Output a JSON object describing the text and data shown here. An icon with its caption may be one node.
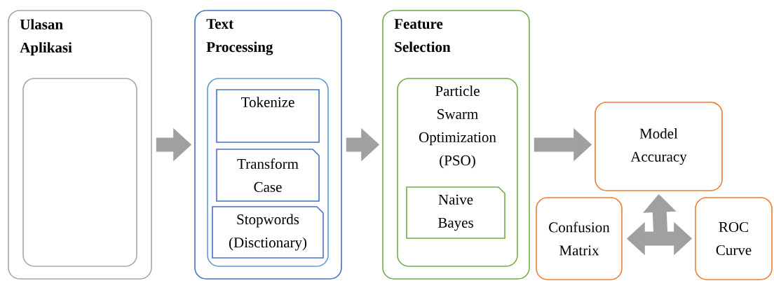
{
  "diagram": {
    "nodes": [
      {
        "text": [
          "Ulasan Aplikasi"
        ]
      },
      {
        "text": [],
        "shape": "box",
        "in": 0
      },
      {
        "text": [
          "Text Processing"
        ]
      },
      {
        "text": [],
        "shape": "box",
        "in": 2
      },
      {
        "text": [
          "Tokenize"
        ],
        "in": 3
      },
      {
        "text": [
          "Transform Case"
        ],
        "in": 3
      },
      {
        "text": [
          "Stopwords (Disctionary)"
        ],
        "in": 3
      },
      {
        "text": [
          "Feature Selection"
        ]
      },
      {
        "text": [
          "Particle Swarm Optimization (PSO)"
        ],
        "in": 7
      },
      {
        "text": [
          "Naive Bayes"
        ],
        "in": 8
      },
      {
        "text": [
          "Model Accuracy"
        ]
      },
      {
        "text": [
          "Confusion Matrix"
        ]
      },
      {
        "text": [
          "ROC Curve"
        ]
      }
    ],
    "edges": [
      {
        "from": 0,
        "to": 2,
        "arrow": "to"
      },
      {
        "from": 2,
        "to": 7,
        "arrow": "to"
      },
      {
        "from": 7,
        "to": 10,
        "arrow": "to"
      },
      {
        "from": 11,
        "to": 12,
        "arrow": "both"
      },
      {
        "from": null,
        "to": 10,
        "arrow": "to"
      }
    ]
  }
}
